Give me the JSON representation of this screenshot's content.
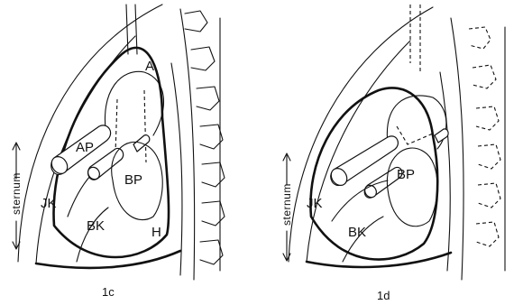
{
  "figure_1c": {
    "caption": "1c",
    "labels": {
      "a": "A",
      "ap": "AP",
      "bp": "BP",
      "jk": "JK",
      "bk": "BK",
      "h": "H"
    },
    "sternum": "sternum"
  },
  "figure_1d": {
    "caption": "1d",
    "labels": {
      "bp": "BP",
      "jk": "JK",
      "bk": "BK"
    },
    "sternum": "sternum"
  }
}
